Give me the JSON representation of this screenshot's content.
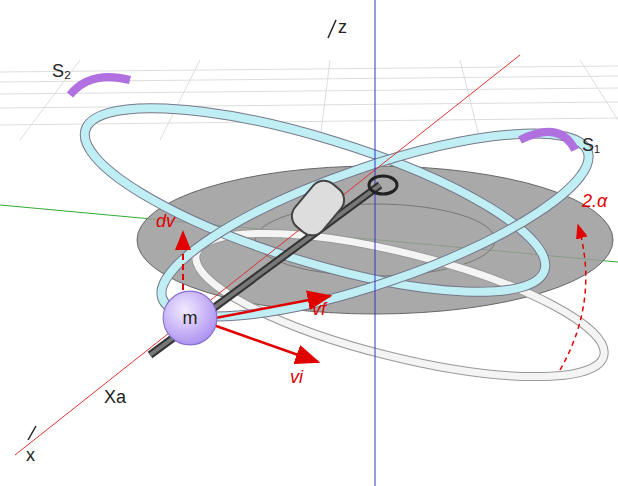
{
  "diagram": {
    "nodes": [
      {
        "text": [
          "m"
        ]
      }
    ],
    "labels": [
      "z",
      "S₂",
      "S₁",
      "2.α",
      "dv",
      "vf",
      "vi",
      "Xa",
      "x"
    ]
  }
}
